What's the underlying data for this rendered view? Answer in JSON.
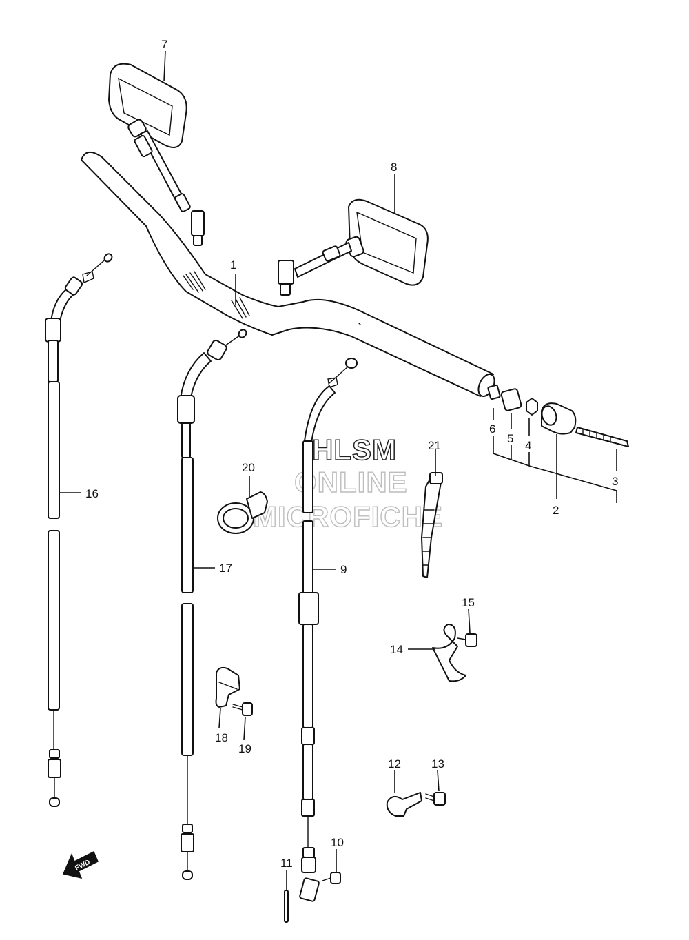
{
  "watermark": {
    "line1": "HLSM",
    "line2": "ONLINE",
    "line3": "MICROFICHE"
  },
  "fwd_arrow_label": "FWD",
  "callouts": [
    "1",
    "2",
    "3",
    "4",
    "5",
    "6",
    "7",
    "8",
    "9",
    "10",
    "11",
    "12",
    "13",
    "14",
    "15",
    "16",
    "17",
    "18",
    "19",
    "20",
    "21"
  ],
  "colors": {
    "line": "#111111",
    "watermark_stroke": "#bdbdbd",
    "background": "#ffffff"
  }
}
